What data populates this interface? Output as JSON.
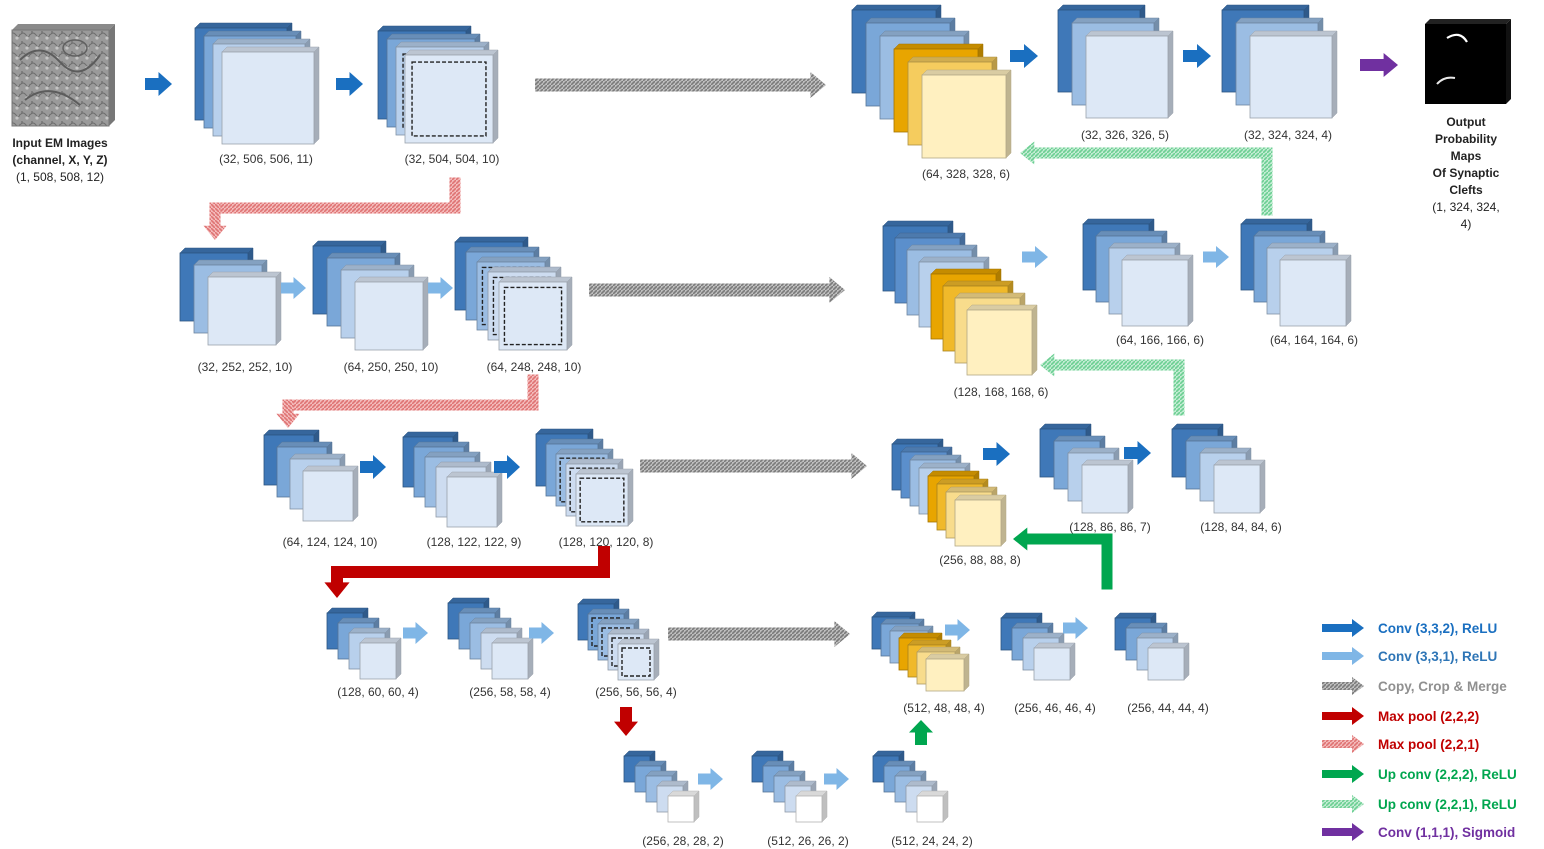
{
  "input": {
    "title_line1": "Input EM Images",
    "title_line2": "(channel, X, Y, Z)",
    "shape": "(1, 508, 508, 12)"
  },
  "output": {
    "title_line1": "Output Probability Maps",
    "title_line2": "Of Synaptic Clefts",
    "shape": "(1, 324, 324, 4)"
  },
  "blocks": {
    "e1a": "(32, 506, 506, 11)",
    "e1b": "(32, 504, 504, 10)",
    "e2a": "(32, 252, 252, 10)",
    "e2b": "(64, 250, 250, 10)",
    "e2c": "(64, 248, 248, 10)",
    "e3a": "(64, 124, 124, 10)",
    "e3b": "(128, 122, 122, 9)",
    "e3c": "(128, 120, 120, 8)",
    "e4a": "(128, 60, 60, 4)",
    "e4b": "(256, 58, 58, 4)",
    "e4c": "(256, 56, 56, 4)",
    "b1": "(256, 28, 28, 2)",
    "b2": "(512, 26, 26, 2)",
    "b3": "(512, 24, 24, 2)",
    "d4m": "(512, 48, 48, 4)",
    "d4a": "(256, 46, 46, 4)",
    "d4b": "(256, 44, 44, 4)",
    "d3m": "(256, 88, 88, 8)",
    "d3a": "(128, 86, 86, 7)",
    "d3b": "(128, 84, 84, 6)",
    "d2m": "(128, 168, 168, 6)",
    "d2a": "(64, 166, 166, 6)",
    "d2b": "(64, 164, 164, 6)",
    "d1m": "(64, 328, 328, 6)",
    "d1a": "(32, 326, 326, 5)",
    "d1b": "(32, 324, 324, 4)"
  },
  "legend": [
    {
      "label": "Conv (3,3,2), ReLU",
      "color": "#1a6fc0",
      "style": "solid"
    },
    {
      "label": "Conv (3,3,1), ReLU",
      "color": "#7fb6e6",
      "style": "solid"
    },
    {
      "label": "Copy, Crop & Merge",
      "color": "#909090",
      "style": "hatch"
    },
    {
      "label": "Max pool (2,2,2)",
      "color": "#c00000",
      "style": "solid"
    },
    {
      "label": "Max pool (2,2,1)",
      "color": "#e88888",
      "style": "hatch"
    },
    {
      "label": "Up conv (2,2,2), ReLU",
      "color": "#00a64f",
      "style": "solid"
    },
    {
      "label": "Up conv (2,2,1), ReLU",
      "color": "#7ed6a0",
      "style": "hatch"
    },
    {
      "label": "Conv (1,1,1), Sigmoid",
      "color": "#7030a0",
      "style": "solid"
    }
  ],
  "colors": {
    "block_dark": "#3f78b8",
    "block_mid": "#7aa7d8",
    "block_light": "#b8d0ec",
    "block_front": "#dde8f6",
    "merge_dark": "#e8a500",
    "merge_light": "#fff0c0"
  }
}
